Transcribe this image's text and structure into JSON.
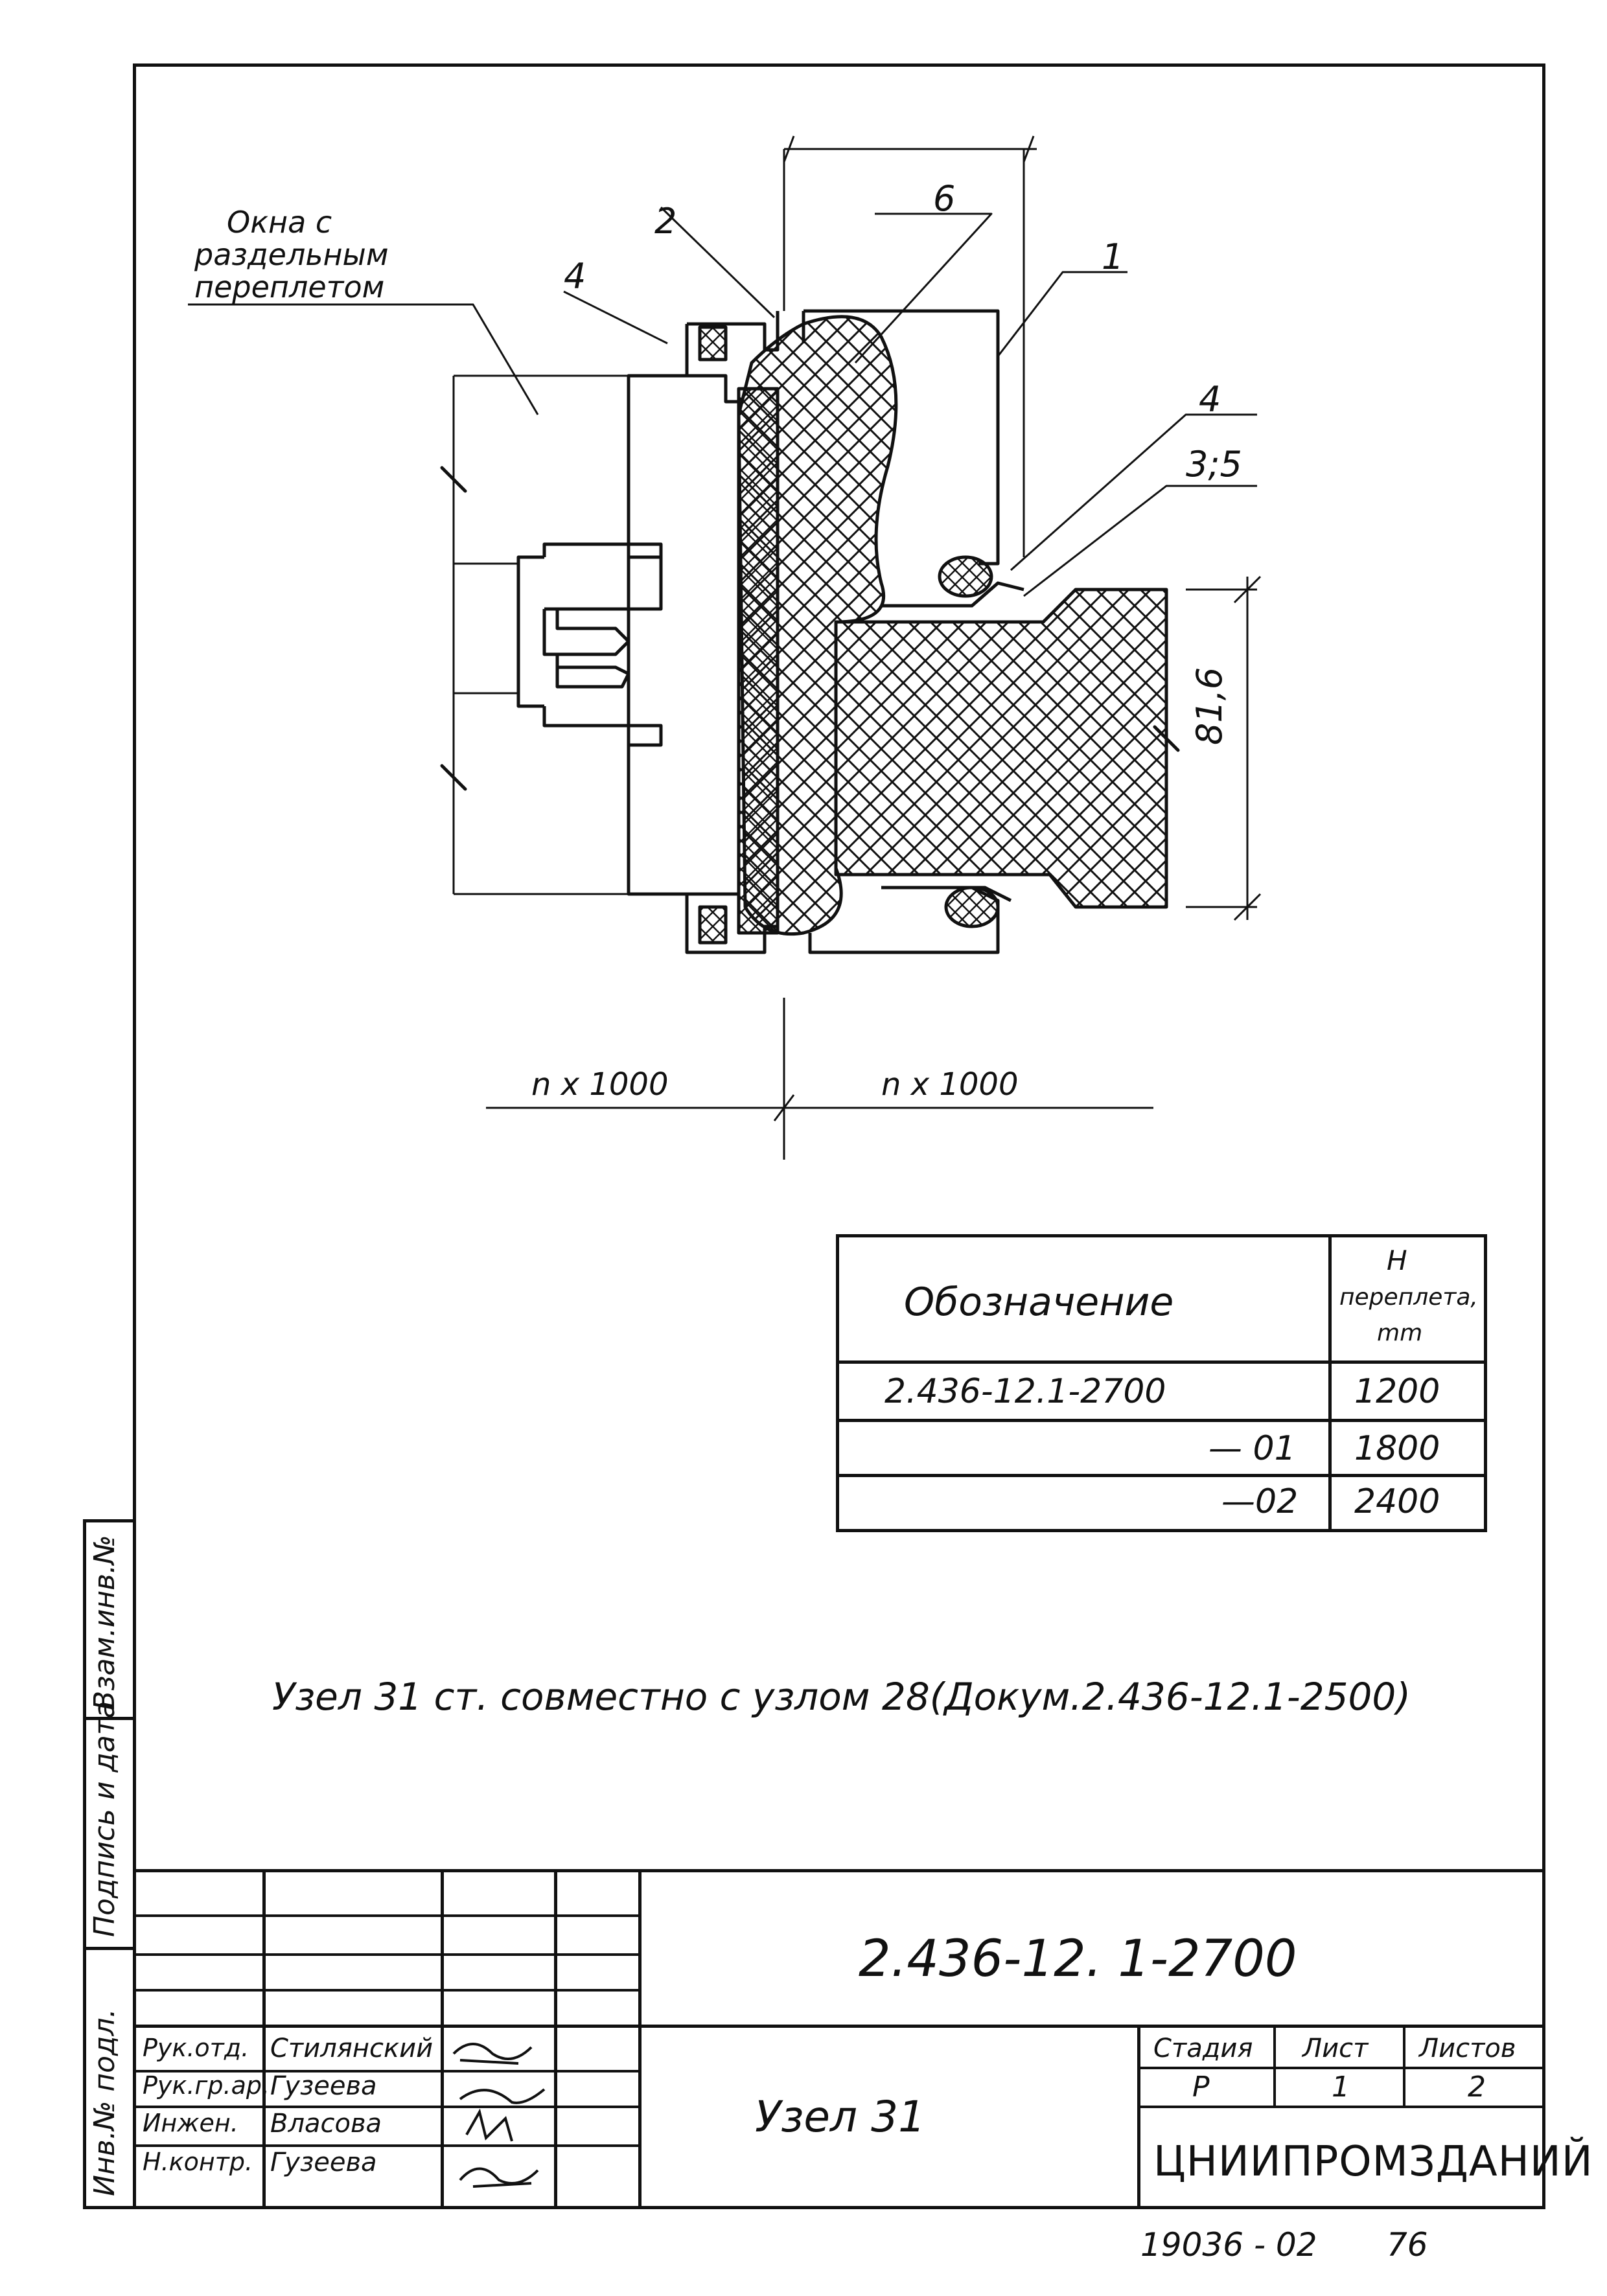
{
  "drawing": {
    "window_label": [
      "Окна с",
      "раздельным",
      "переплетом"
    ],
    "callouts": {
      "c2": "2",
      "c6": "6",
      "c1": "1",
      "c4a": "4",
      "c4b": "4",
      "c35": "3;5"
    },
    "dim_height": "81,6",
    "dim_left": "n x 1000",
    "dim_right": "n x 1000"
  },
  "table": {
    "header_designation": "Обозначение",
    "header_h": [
      "H",
      "переплета,",
      "mm"
    ],
    "rows": [
      {
        "designation": "2.436-12.1-2700",
        "h": "1200"
      },
      {
        "designation": "— 01",
        "h": "1800"
      },
      {
        "designation": "—02",
        "h": "2400"
      }
    ]
  },
  "note": "Узел 31  ст.  совместно  с  узлом  28(Докум.2.436-12.1-2500)",
  "side_stamp": [
    "Инв.№ подл.",
    "Подпись и дата",
    "Взам.инв.№"
  ],
  "title_block": {
    "doc_number": "2.436-12. 1-2700",
    "roles": [
      "Рук.отд.",
      "Рук.гр.ар.",
      "Инжен.",
      "Н.контр."
    ],
    "names": [
      "Стилянский",
      "Гузеева",
      "Власова",
      "Гузеева"
    ],
    "title": "Узел 31",
    "stage_header": "Стадия",
    "sheet_header": "Лист",
    "sheets_header": "Листов",
    "stage": "Р",
    "sheet": "1",
    "sheets": "2",
    "org": "ЦНИИПРОМЗДАНИЙ"
  },
  "footer": {
    "code": "19036 - 02",
    "page": "76"
  }
}
